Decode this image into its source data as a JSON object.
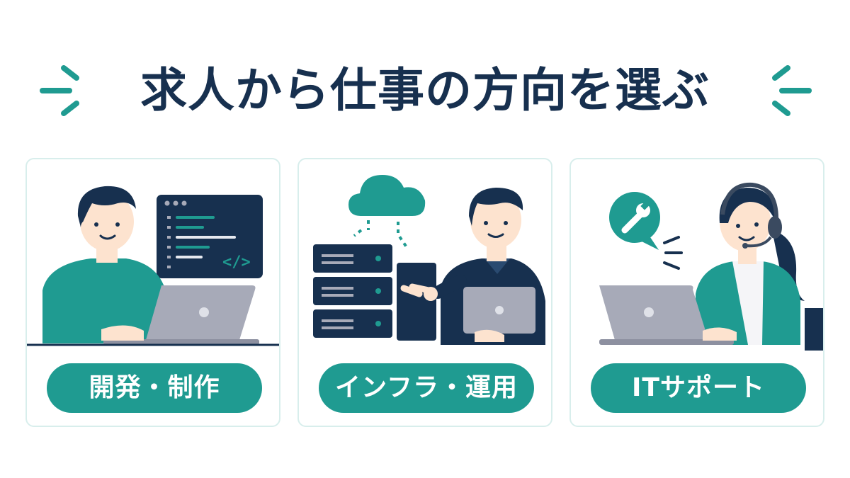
{
  "header": {
    "title": "求人から仕事の方向を選ぶ"
  },
  "colors": {
    "teal": "#1f9b91",
    "navy": "#17304f",
    "gray": "#a7aab8",
    "skin": "#fde3cf",
    "card_border": "#d8eeec"
  },
  "cards": [
    {
      "label": "開発・制作",
      "icons": [
        "developer-person",
        "code-window-icon",
        "laptop-icon"
      ]
    },
    {
      "label": "インフラ・運用",
      "icons": [
        "cloud-icon",
        "server-rack-icon",
        "engineer-person",
        "laptop-icon"
      ]
    },
    {
      "label": "ITサポート",
      "icons": [
        "wrench-bubble-icon",
        "headset-person",
        "laptop-icon"
      ]
    }
  ]
}
